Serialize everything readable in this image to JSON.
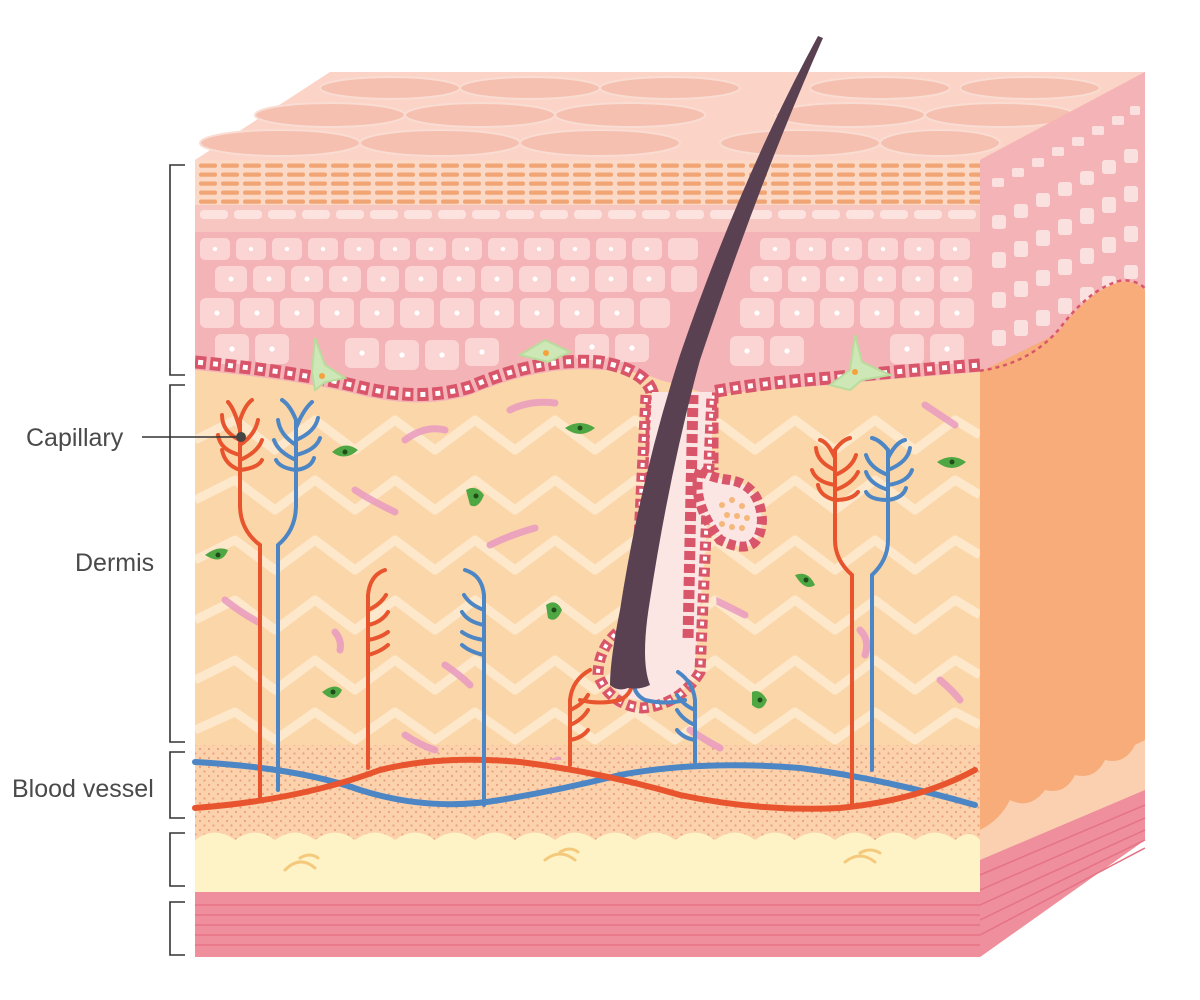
{
  "labels": {
    "capillary": "Capillary",
    "dermis": "Dermis",
    "blood_vessel": "Blood vessel"
  },
  "colors": {
    "artery": "#e8542e",
    "vein": "#4d86c4",
    "hair": "#5a4152",
    "epidermis_cell": "#f4b3b6",
    "dermis": "#fbd6a8",
    "fat": "#fdf3c6",
    "muscle": "#ef8e9c",
    "side_face": "#f7ac7a",
    "green_cell": "#4fa744",
    "collagen": "#e99ac0"
  },
  "layers": [
    "epidermis",
    "dermis",
    "blood-vessel-layer",
    "subcutaneous-fat",
    "muscle"
  ]
}
